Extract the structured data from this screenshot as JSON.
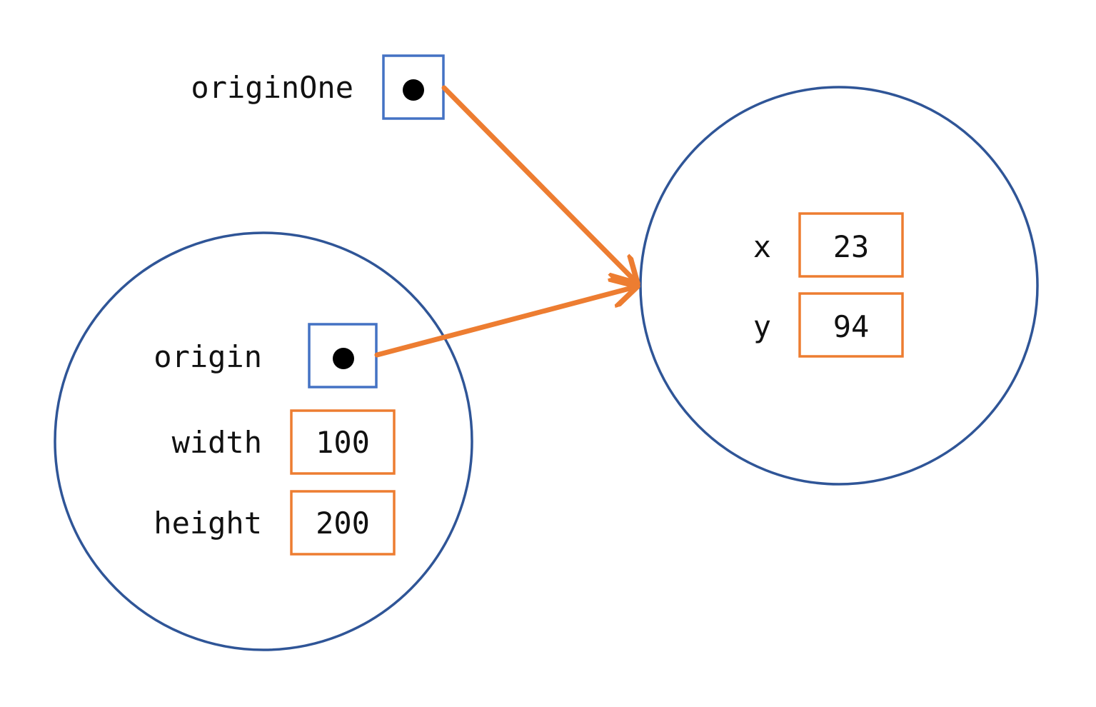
{
  "colors": {
    "object_outline": "#2f5597",
    "reference_box": "#4472c4",
    "value_box": "#ed7d31",
    "arrow": "#ed7d31",
    "dot": "#000000",
    "text": "#111111"
  },
  "variable": {
    "name": "originOne"
  },
  "rectangle_object": {
    "fields": [
      {
        "name": "origin",
        "kind": "reference"
      },
      {
        "name": "width",
        "kind": "value",
        "value": "100"
      },
      {
        "name": "height",
        "kind": "value",
        "value": "200"
      }
    ]
  },
  "point_object": {
    "fields": [
      {
        "name": "x",
        "kind": "value",
        "value": "23"
      },
      {
        "name": "y",
        "kind": "value",
        "value": "94"
      }
    ]
  },
  "references": [
    {
      "from": "originOne",
      "to": "point_object"
    },
    {
      "from": "rectangle_object.origin",
      "to": "point_object"
    }
  ]
}
